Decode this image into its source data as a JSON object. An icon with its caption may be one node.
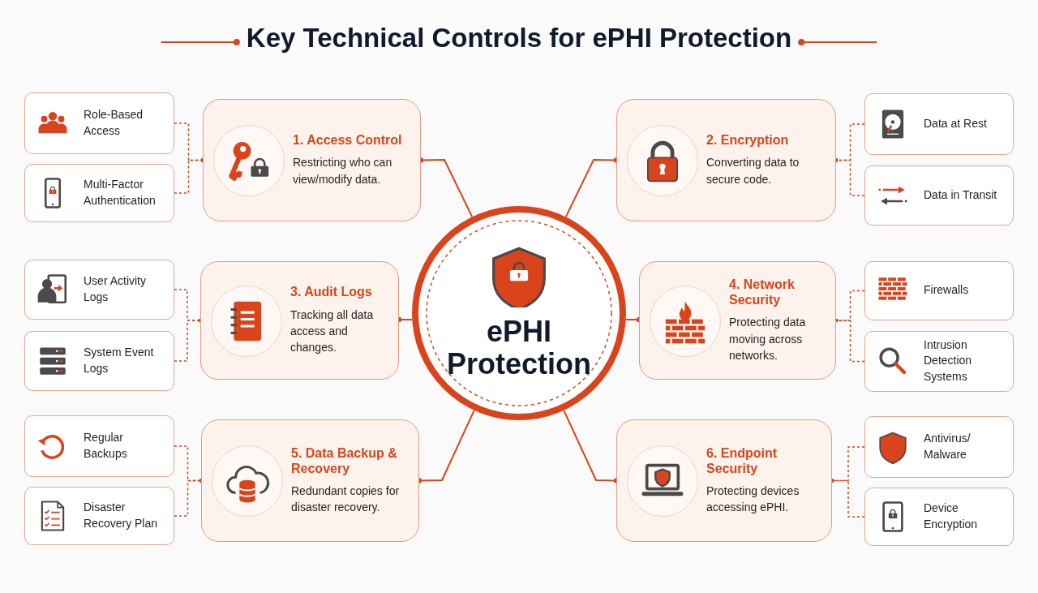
{
  "diagram": {
    "title": "Key Technical Controls for ePHI Protection",
    "nodes": [
      {
        "text": [
          "ePHI Protection"
        ]
      },
      {
        "text": [
          "1. Access Control",
          "Restricting who can view/modify data."
        ]
      },
      {
        "text": [
          "Role-Based Access"
        ]
      },
      {
        "text": [
          "Multi-Factor Authentication"
        ]
      },
      {
        "text": [
          "2. Encryption",
          "Converting data to secure code."
        ]
      },
      {
        "text": [
          "Data at Rest"
        ]
      },
      {
        "text": [
          "Data in Transit"
        ]
      },
      {
        "text": [
          "3. Audit Logs",
          "Tracking all data access and changes."
        ]
      },
      {
        "text": [
          "User Activity Logs"
        ]
      },
      {
        "text": [
          "System Event Logs"
        ]
      },
      {
        "text": [
          "4. Network Security",
          "Protecting data moving across networks."
        ]
      },
      {
        "text": [
          "Firewalls"
        ]
      },
      {
        "text": [
          "Intrusion Detection Systems"
        ]
      },
      {
        "text": [
          "5. Data Backup & Recovery",
          "Redundant copies for disaster recovery."
        ]
      },
      {
        "text": [
          "Regular Backups"
        ]
      },
      {
        "text": [
          "Disaster Recovery Plan"
        ]
      },
      {
        "text": [
          "6. Endpoint Security",
          "Protecting devices accessing ePHI."
        ]
      },
      {
        "text": [
          "Antivirus/ Malware"
        ]
      },
      {
        "text": [
          "Device Encryption"
        ]
      }
    ],
    "edges": [
      {
        "from": 0,
        "to": 1,
        "arrow": "other"
      },
      {
        "from": 0,
        "to": 4,
        "arrow": "other"
      },
      {
        "from": 0,
        "to": 7,
        "arrow": "other"
      },
      {
        "from": 0,
        "to": 10,
        "arrow": "other"
      },
      {
        "from": 0,
        "to": 13,
        "arrow": "other"
      },
      {
        "from": 0,
        "to": 16,
        "arrow": "other"
      },
      {
        "from": 2,
        "to": 1,
        "arrow": "other",
        "style": "dashed"
      },
      {
        "from": 3,
        "to": 1,
        "arrow": "other",
        "style": "dashed"
      },
      {
        "from": 5,
        "to": 4,
        "arrow": "other",
        "style": "dashed"
      },
      {
        "from": 6,
        "to": 4,
        "arrow": "other",
        "style": "dashed"
      },
      {
        "from": 8,
        "to": 7,
        "arrow": "other",
        "style": "dashed"
      },
      {
        "from": 9,
        "to": 7,
        "arrow": "other",
        "style": "dashed"
      },
      {
        "from": 11,
        "to": 10,
        "arrow": "other",
        "style": "dashed"
      },
      {
        "from": 12,
        "to": 10,
        "arrow": "other",
        "style": "dashed"
      },
      {
        "from": 14,
        "to": 13,
        "arrow": "other",
        "style": "dashed"
      },
      {
        "from": 15,
        "to": 13,
        "arrow": "other",
        "style": "dashed"
      },
      {
        "from": 17,
        "to": 16,
        "arrow": "other",
        "style": "dashed"
      },
      {
        "from": 18,
        "to": 16,
        "arrow": "other",
        "style": "dashed"
      }
    ]
  }
}
